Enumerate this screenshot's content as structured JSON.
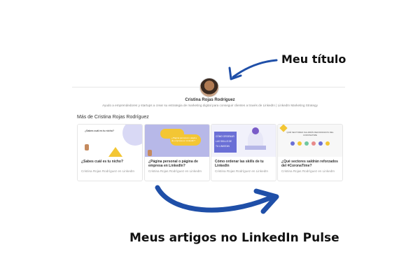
{
  "annotations": {
    "title_label": "Meu título",
    "articles_label": "Meus artigos no LinkedIn Pulse"
  },
  "profile": {
    "name": "Cristina Rojas Rodríguez",
    "headline": "Ayudo a emprendedores y startups a crear su estrategia de marketing digital para conseguir clientes a través de LinkedIn | LinkedIn Marketing Strategy"
  },
  "more_section_title": "Más de Cristina Rojas Rodríguez",
  "articles": [
    {
      "title": "¿Sabes cuál es tu nicho?",
      "author": "Cristina Rojas Rodríguez en LinkedIn",
      "thumb_text": "¿Sabes cuál es tu nicho?"
    },
    {
      "title": "¿Página personal o página de empresa en LinkedIn?",
      "author": "Cristina Rojas Rodríguez en LinkedIn",
      "thumb_text": "¿Página personal o página de empresa en LinkedIn?"
    },
    {
      "title": "Cómo ordenar las skills de tu LinkedIn",
      "author": "Cristina Rojas Rodríguez en LinkedIn",
      "thumb_text": "CÓMO ORDENAR LAS SKILLS DE TU LINKEDIN"
    },
    {
      "title": "¿Qué sectores saldrán reforzados del #CoronaTime?",
      "author": "Cristina Rojas Rodríguez en LinkedIn",
      "thumb_text": "QUÉ SECTORES SALDRÁN REFORZADOS DEL CORONATIME"
    }
  ],
  "colors": {
    "arrow": "#1f4fa8",
    "thumb_purple": "#b7b8e8",
    "accent_yellow": "#f3c634"
  }
}
